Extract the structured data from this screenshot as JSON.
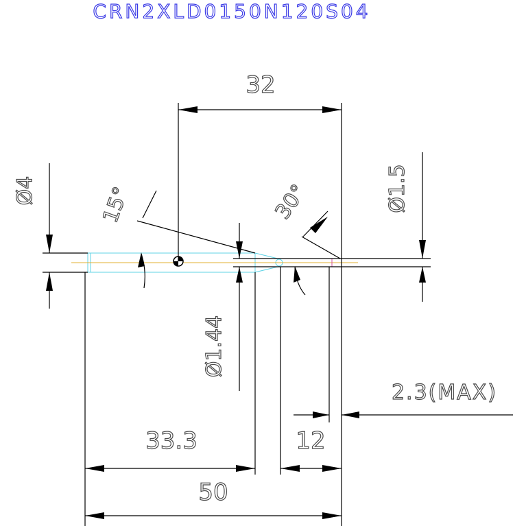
{
  "title": "CRN2XLD0150N120S04",
  "dimensions": {
    "top_length": "32",
    "shank_diameter": "Ø4",
    "tip_diameter": "Ø1.5",
    "neck_diameter": "Ø1.44",
    "angle_15": "15°",
    "angle_30": "30°",
    "flute_length": "2.3(MAX)",
    "body_length": "33.3",
    "neck_length": "12",
    "overall_length": "50"
  },
  "colors": {
    "title": "#3a3ae6",
    "dimension_text": "#4a4a4a",
    "outline": "#000000",
    "tool_body": "#5fd3e6",
    "center_line": "#e0b030",
    "tip_detail": "#d050a0"
  }
}
